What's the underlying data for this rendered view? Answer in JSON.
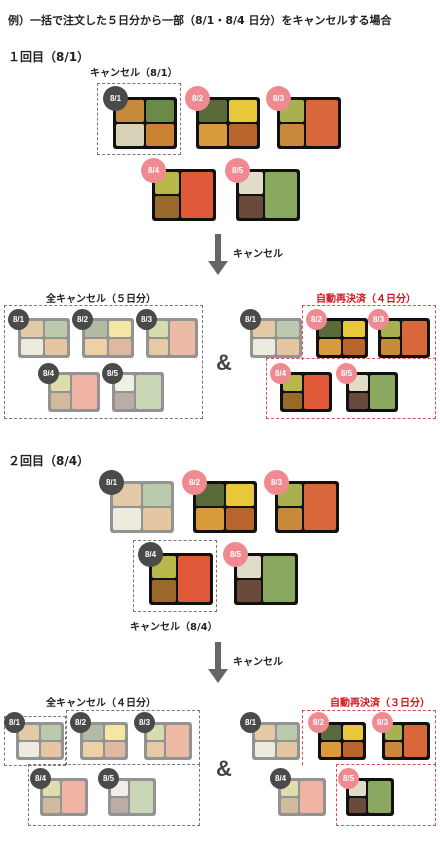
{
  "headline": "例）一括で注文した５日分から一部（8/1・8/4 日分）をキャンセルする場合",
  "round1": {
    "title": "１回目（8/1）",
    "cancel_caption": "キャンセル（8/1）",
    "arrow_label": "キャンセル",
    "all_cancel_label": "全キャンセル（５日分）",
    "rebill_label": "自動再決済（４日分）"
  },
  "round2": {
    "title": "２回目（8/4）",
    "cancel_caption": "キャンセル（8/4）",
    "arrow_label": "キャンセル",
    "all_cancel_label": "全キャンセル（４日分）",
    "rebill_label": "自動再決済（３日分）"
  },
  "ampersand": "&",
  "badges": {
    "d1": "8/1",
    "d2": "8/2",
    "d3": "8/3",
    "d4": "8/4",
    "d5": "8/5"
  },
  "colors": {
    "cancel_badge": "#4a4a4a",
    "active_badge": "#f08a91",
    "rebill_text": "#d0141c",
    "rebill_border": "#e04a52"
  }
}
